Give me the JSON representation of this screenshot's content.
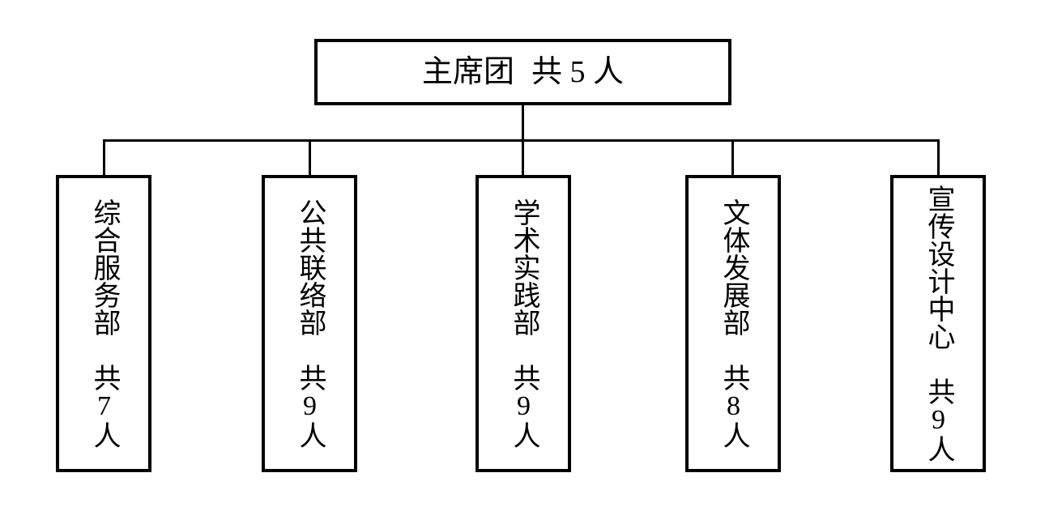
{
  "org_chart": {
    "root": {
      "name": "主席团",
      "total_label": "共 5 人",
      "total": 5
    },
    "departments": [
      {
        "name": "综合服务部",
        "total_label": "共7人",
        "total": 7
      },
      {
        "name": "公共联络部",
        "total_label": "共9人",
        "total": 9
      },
      {
        "name": "学术实践部",
        "total_label": "共9人",
        "total": 9
      },
      {
        "name": "文体发展部",
        "total_label": "共8人",
        "total": 8
      },
      {
        "name": "宣传设计中心",
        "total_label": "共9人",
        "total": 9
      }
    ]
  },
  "colors": {
    "line": "#000000",
    "text": "#000000",
    "background": "#ffffff"
  }
}
